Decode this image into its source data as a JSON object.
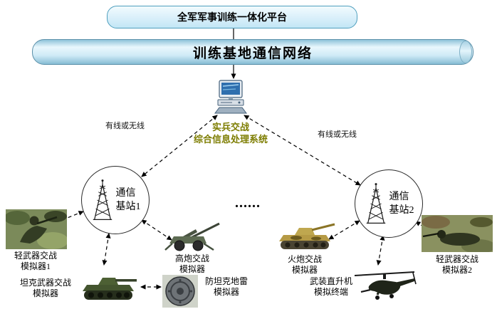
{
  "platform": {
    "title": "全军军事训练一体化平台"
  },
  "network": {
    "title": "训练基地通信网络"
  },
  "processor": {
    "label1": "实兵交战",
    "label2": "综合信息处理系统"
  },
  "links": {
    "left_label": "有线或无线",
    "right_label": "有线或无线"
  },
  "stations": {
    "station1": {
      "label1": "通信",
      "label2": "基站1"
    },
    "station2": {
      "label1": "通信",
      "label2": "基站2"
    },
    "ellipsis": "......"
  },
  "simulators": {
    "light1": {
      "label1": "轻武器交战",
      "label2": "模拟器1"
    },
    "tank": {
      "label1": "坦克武器交战",
      "label2": "模拟器"
    },
    "aagun": {
      "label1": "高炮交战",
      "label2": "模拟器"
    },
    "mine": {
      "label1": "防坦克地雷",
      "label2": "模拟器"
    },
    "artillery": {
      "label1": "火炮交战",
      "label2": "模拟器"
    },
    "helicopter": {
      "label1": "武装直升机",
      "label2": "模拟终端"
    },
    "light2": {
      "label1": "轻武器交战",
      "label2": "模拟器2"
    }
  },
  "colors": {
    "pipe_fill": "#cfeaf6",
    "platform_box_fill": "#d9effa",
    "box_border": "#4f9fbe",
    "processor_text": "#7d7d00",
    "line_color": "#000000"
  }
}
